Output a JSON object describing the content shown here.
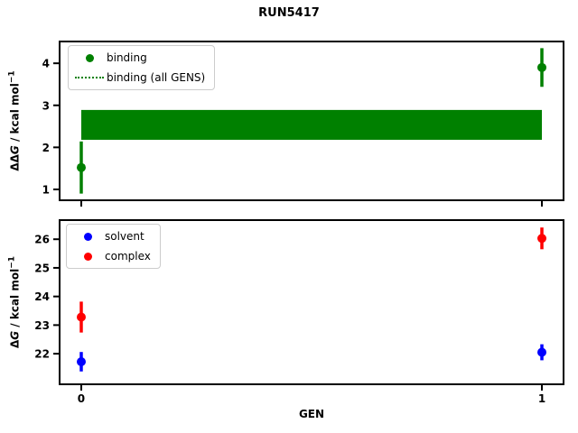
{
  "title": "RUN5417",
  "xlabel": "GEN",
  "axes_labels": {
    "top": {
      "prefix": "ΔΔ",
      "sym": "G",
      "units": " / kcal mol",
      "sup": "−1"
    },
    "bottom": {
      "prefix": "Δ",
      "sym": "G",
      "units": " / kcal mol",
      "sup": "−1"
    }
  },
  "chart_data": [
    {
      "type": "scatter",
      "panel": "binding",
      "xlabel": "",
      "ylabel": "ΔΔG / kcal mol⁻¹",
      "xlim": [
        -0.049,
        1.049
      ],
      "ylim": [
        0.72,
        4.54
      ],
      "grid": false,
      "xtick_values": [
        0,
        1
      ],
      "xticks": [
        "0",
        "1"
      ],
      "show_xtick_labels": false,
      "ytick_values": [
        1,
        2,
        3,
        4
      ],
      "yticks": [
        "1",
        "2",
        "3",
        "4"
      ],
      "series": [
        {
          "name": "binding",
          "color": "#008000",
          "marker": "circle",
          "x": [
            0,
            1
          ],
          "y": [
            1.52,
            3.9
          ],
          "yerr": [
            0.62,
            0.46
          ]
        }
      ],
      "band": {
        "name": "binding (all GENS)",
        "color": "#008000",
        "linestyle": "dotted",
        "x_range": [
          0,
          1
        ],
        "y_low": 2.18,
        "y_high": 2.89
      },
      "legend": {
        "position": "upper left",
        "entries": [
          "binding",
          "binding (all GENS)"
        ]
      }
    },
    {
      "type": "scatter",
      "panel": "free-energies",
      "xlabel": "GEN",
      "ylabel": "ΔG / kcal mol⁻¹",
      "xlim": [
        -0.049,
        1.049
      ],
      "ylim": [
        20.9,
        26.7
      ],
      "grid": false,
      "xtick_values": [
        0,
        1
      ],
      "xticks": [
        "0",
        "1"
      ],
      "show_xtick_labels": true,
      "ytick_values": [
        22,
        23,
        24,
        25,
        26
      ],
      "yticks": [
        "22",
        "23",
        "24",
        "25",
        "26"
      ],
      "series": [
        {
          "name": "solvent",
          "color": "#0000ff",
          "marker": "circle",
          "x": [
            0,
            1
          ],
          "y": [
            21.72,
            22.05
          ],
          "yerr": [
            0.34,
            0.28
          ]
        },
        {
          "name": "complex",
          "color": "#ff0000",
          "marker": "circle",
          "x": [
            0,
            1
          ],
          "y": [
            23.28,
            26.03
          ],
          "yerr": [
            0.54,
            0.38
          ]
        }
      ],
      "legend": {
        "position": "upper left",
        "entries": [
          "solvent",
          "complex"
        ]
      }
    }
  ]
}
